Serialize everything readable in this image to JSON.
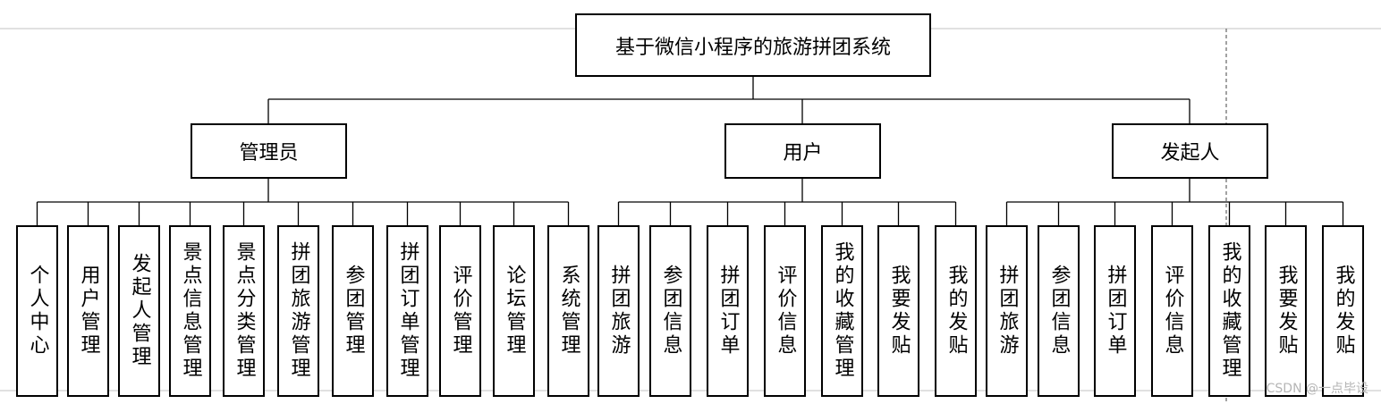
{
  "root": {
    "label": "基于微信小程序的旅游拼团系统"
  },
  "groups": [
    {
      "label": "管理员",
      "children": [
        "个人中心",
        "用户管理",
        "发起人管理",
        "景点信息管理",
        "景点分类管理",
        "拼团旅游管理",
        "参团管理",
        "拼团订单管理",
        "评价管理",
        "论坛管理",
        "系统管理"
      ]
    },
    {
      "label": "用户",
      "children": [
        "拼团旅游",
        "参团信息",
        "拼团订单",
        "评价信息",
        "我的收藏管理",
        "我要发贴",
        "我的发贴"
      ]
    },
    {
      "label": "发起人",
      "children": [
        "拼团旅游",
        "参团信息",
        "拼团订单",
        "评价信息",
        "我的收藏管理",
        "我要发贴",
        "我的发贴"
      ]
    }
  ],
  "watermark": "CSDN @一点毕设"
}
